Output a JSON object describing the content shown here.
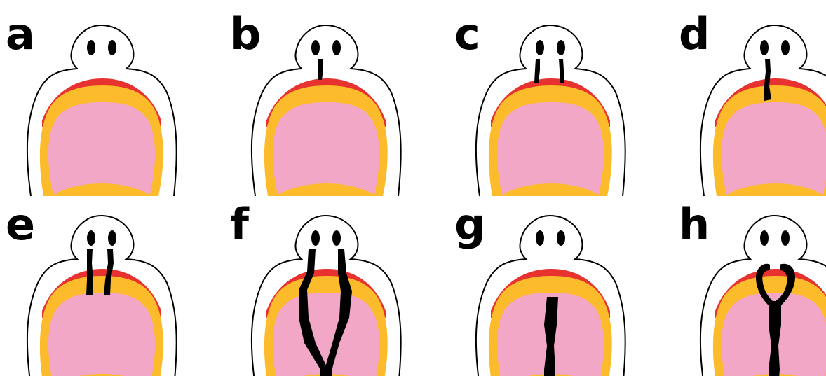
{
  "figure": {
    "colors": {
      "background": "#ffffff",
      "outline": "#000000",
      "lip": "#e8322f",
      "alveolus": "#fbbb2a",
      "palate": "#f2a7c6",
      "cleft": "#000000"
    },
    "panels": [
      {
        "label": "a",
        "cleft_type": "none"
      },
      {
        "label": "b",
        "cleft_type": "unilateral-incomplete-lip"
      },
      {
        "label": "c",
        "cleft_type": "bilateral-incomplete-lip"
      },
      {
        "label": "d",
        "cleft_type": "unilateral-lip-alveolus"
      },
      {
        "label": "e",
        "cleft_type": "bilateral-lip-alveolus"
      },
      {
        "label": "f",
        "cleft_type": "bilateral-complete-lip-palate"
      },
      {
        "label": "g",
        "cleft_type": "isolated-palate"
      },
      {
        "label": "h",
        "cleft_type": "lip-and-palate-y-shape"
      }
    ]
  }
}
